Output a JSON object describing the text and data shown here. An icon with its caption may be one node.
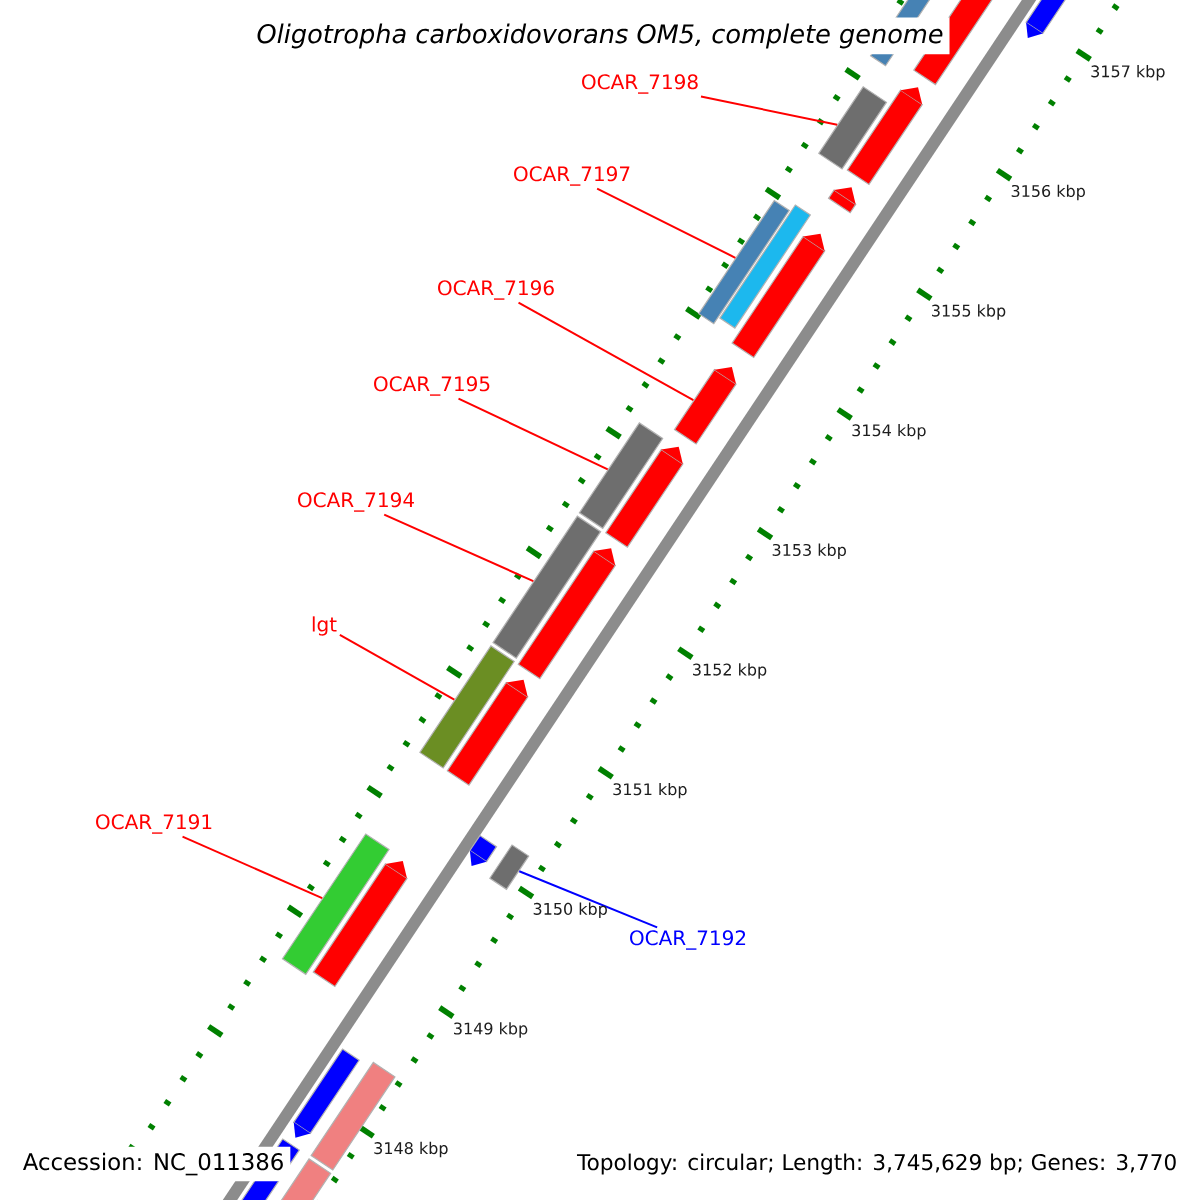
{
  "diagram": {
    "title": "Oligotropha carboxidovorans OM5, complete genome",
    "nodes": [
      {
        "text": [
          "OCAR_7198"
        ]
      },
      {
        "text": [
          "OCAR_7197"
        ]
      },
      {
        "text": [
          "OCAR_7196"
        ]
      },
      {
        "text": [
          "OCAR_7195"
        ]
      },
      {
        "text": [
          "OCAR_7194"
        ]
      },
      {
        "text": [
          "lgt"
        ]
      },
      {
        "text": [
          "OCAR_7191"
        ]
      },
      {
        "text": [
          "OCAR_7192"
        ]
      },
      {
        "text": [],
        "shape": "bar"
      },
      {
        "text": [],
        "shape": "bar"
      },
      {
        "text": [],
        "shape": "bar"
      },
      {
        "text": [],
        "shape": "bar"
      },
      {
        "text": [],
        "shape": "bar"
      },
      {
        "text": [],
        "shape": "bar"
      },
      {
        "text": [],
        "shape": "bar"
      },
      {
        "text": [],
        "shape": "bar"
      }
    ],
    "edges": [
      {
        "from": 0,
        "to": 8,
        "arrow": "none"
      },
      {
        "from": 1,
        "to": 9,
        "arrow": "none"
      },
      {
        "from": 2,
        "to": 10,
        "arrow": "none"
      },
      {
        "from": 3,
        "to": 11,
        "arrow": "none"
      },
      {
        "from": 4,
        "to": 12,
        "arrow": "none"
      },
      {
        "from": 5,
        "to": 13,
        "arrow": "none"
      },
      {
        "from": 6,
        "to": 14,
        "arrow": "none"
      },
      {
        "from": 7,
        "to": 15,
        "arrow": "none",
        "color": "#0000ff"
      }
    ],
    "labels": [
      "3157 kbp",
      "3156 kbp",
      "3155 kbp",
      "3154 kbp",
      "3153 kbp",
      "3152 kbp",
      "3151 kbp",
      "3150 kbp",
      "3149 kbp",
      "3148 kbp",
      "Accession: NC_011386",
      "Topology: circular; Length: 3,745,629 bp; Genes: 3,770"
    ]
  }
}
